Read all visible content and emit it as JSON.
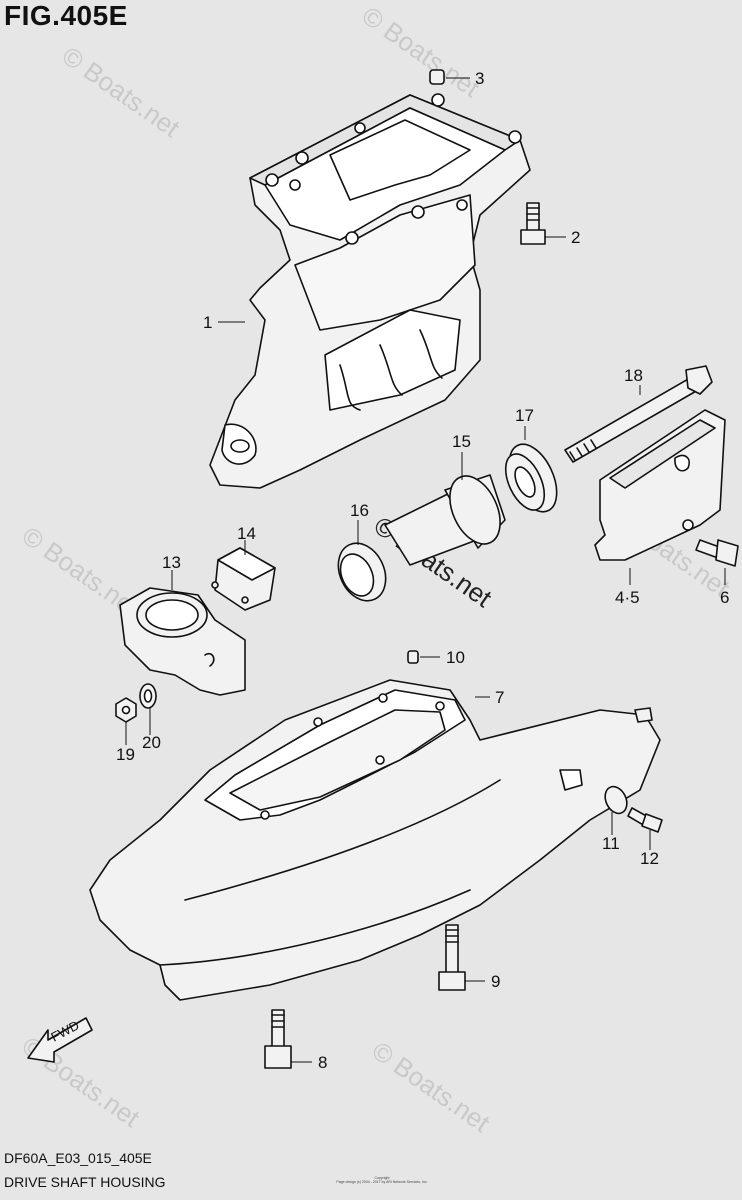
{
  "figure": {
    "title": "FIG.405E",
    "code": "DF60A_E03_015_405E",
    "caption": "DRIVE SHAFT HOUSING",
    "copyright_line1": "Copyright",
    "copyright_line2": "Page design (c) 2004 - 2017 by ARI Network Services, Inc."
  },
  "watermark": {
    "text": "© Boats.net",
    "center_text": "© Boats.net"
  },
  "fwd_label": "FWD",
  "callouts": {
    "c1": "1",
    "c2": "2",
    "c3": "3",
    "c45": "4·5",
    "c6": "6",
    "c7": "7",
    "c8": "8",
    "c9": "9",
    "c10": "10",
    "c11": "11",
    "c12": "12",
    "c13": "13",
    "c14": "14",
    "c15": "15",
    "c16": "16",
    "c17": "17",
    "c18": "18",
    "c19": "19",
    "c20": "20"
  },
  "colors": {
    "background": "#e6e6e6",
    "part_fill": "#f2f2f2",
    "line": "#111111"
  }
}
